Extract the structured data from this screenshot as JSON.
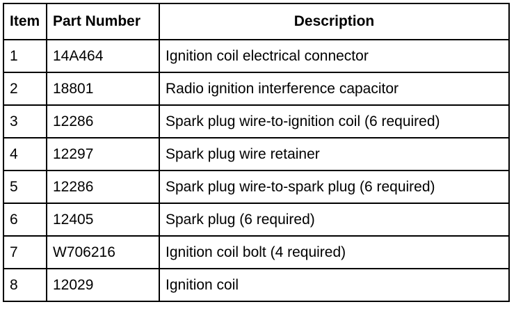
{
  "table": {
    "headers": {
      "item": "Item",
      "part_number": "Part Number",
      "description": "Description"
    },
    "rows": [
      {
        "item": "1",
        "part_number": "14A464",
        "description": "Ignition coil electrical connector"
      },
      {
        "item": "2",
        "part_number": "18801",
        "description": "Radio ignition interference capacitor"
      },
      {
        "item": "3",
        "part_number": "12286",
        "description": "Spark plug wire-to-ignition coil (6 required)"
      },
      {
        "item": "4",
        "part_number": "12297",
        "description": "Spark plug wire retainer"
      },
      {
        "item": "5",
        "part_number": "12286",
        "description": "Spark plug wire-to-spark plug (6 required)"
      },
      {
        "item": "6",
        "part_number": "12405",
        "description": "Spark plug (6 required)"
      },
      {
        "item": "7",
        "part_number": "W706216",
        "description": "Ignition coil bolt (4 required)"
      },
      {
        "item": "8",
        "part_number": "12029",
        "description": "Ignition coil"
      }
    ]
  }
}
